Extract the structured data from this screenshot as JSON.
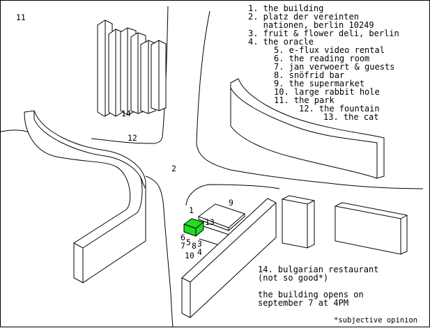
{
  "legend": [
    {
      "text": "1. the building"
    },
    {
      "text": "2. platz der vereinten"
    },
    {
      "text": "   nationen, berlin 10249"
    },
    {
      "text": "3. fruit & flower deli, berlin"
    },
    {
      "text": "4. the oracle"
    },
    {
      "text": "5. e-flux video rental"
    },
    {
      "text": "6. the reading room"
    },
    {
      "text": "7. jan verwoert & guests"
    },
    {
      "text": "8. snöfrid bar"
    },
    {
      "text": "9. the supermarket"
    },
    {
      "text": "10. large rabbit hole"
    },
    {
      "text": "11. the park"
    },
    {
      "text": "12. the fountain"
    },
    {
      "text": "13. the cat"
    }
  ],
  "map_labels": {
    "park": "11",
    "fountain": "12",
    "restaurant": "14",
    "platz": "2",
    "building": "1",
    "supermarket": "9",
    "cat": "13",
    "reading_room": "6",
    "video_rental": "5",
    "jan_verwoert": "7",
    "snofrid": "8",
    "deli": "3",
    "rabbit_hole": "10",
    "oracle": "4"
  },
  "notes": {
    "restaurant_line1": "14. bulgarian restaurant",
    "restaurant_line2": "(not so good*)",
    "opens_line1": "the building opens on",
    "opens_line2": "september 7 at 4PM",
    "footnote": "*subjective opinion"
  },
  "colors": {
    "building_highlight": "#22dd22",
    "stroke": "#000000",
    "background": "#ffffff"
  }
}
